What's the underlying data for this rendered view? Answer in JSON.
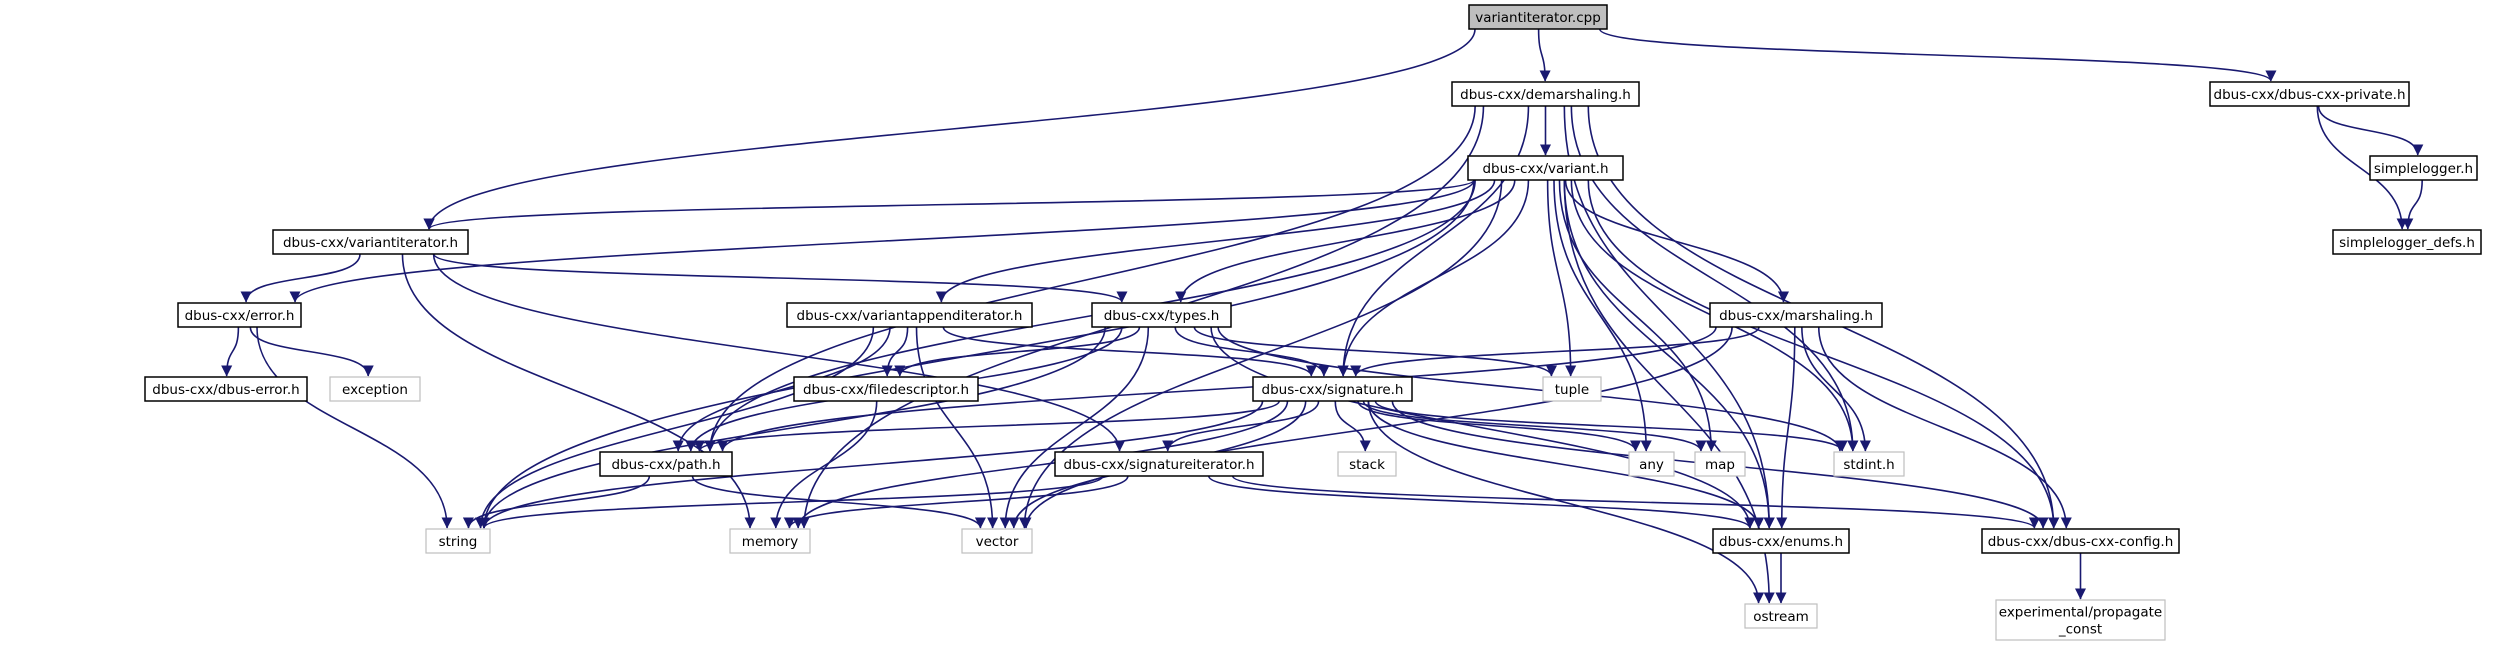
{
  "nodes": [
    {
      "id": "root",
      "label": "variantiterator.cpp",
      "kind": "root"
    },
    {
      "id": "demarshaling",
      "label": "dbus-cxx/demarshaling.h",
      "kind": "local"
    },
    {
      "id": "private",
      "label": "dbus-cxx/dbus-cxx-private.h",
      "kind": "local"
    },
    {
      "id": "simplelogger",
      "label": "simplelogger.h",
      "kind": "local"
    },
    {
      "id": "simplelogger_defs",
      "label": "simplelogger_defs.h",
      "kind": "local"
    },
    {
      "id": "variant",
      "label": "dbus-cxx/variant.h",
      "kind": "local"
    },
    {
      "id": "variantiterator",
      "label": "dbus-cxx/variantiterator.h",
      "kind": "local"
    },
    {
      "id": "error",
      "label": "dbus-cxx/error.h",
      "kind": "local"
    },
    {
      "id": "dbuserror",
      "label": "dbus-cxx/dbus-error.h",
      "kind": "local"
    },
    {
      "id": "exception",
      "label": "exception",
      "kind": "system"
    },
    {
      "id": "vappend",
      "label": "dbus-cxx/variantappenditerator.h",
      "kind": "local"
    },
    {
      "id": "types",
      "label": "dbus-cxx/types.h",
      "kind": "local"
    },
    {
      "id": "marshaling",
      "label": "dbus-cxx/marshaling.h",
      "kind": "local"
    },
    {
      "id": "filedesc",
      "label": "dbus-cxx/filedescriptor.h",
      "kind": "local"
    },
    {
      "id": "signature",
      "label": "dbus-cxx/signature.h",
      "kind": "local"
    },
    {
      "id": "tuple",
      "label": "tuple",
      "kind": "system"
    },
    {
      "id": "path",
      "label": "dbus-cxx/path.h",
      "kind": "local"
    },
    {
      "id": "sigiter",
      "label": "dbus-cxx/signatureiterator.h",
      "kind": "local"
    },
    {
      "id": "stack",
      "label": "stack",
      "kind": "system"
    },
    {
      "id": "any",
      "label": "any",
      "kind": "system"
    },
    {
      "id": "map",
      "label": "map",
      "kind": "system"
    },
    {
      "id": "stdint",
      "label": "stdint.h",
      "kind": "system"
    },
    {
      "id": "string",
      "label": "string",
      "kind": "system"
    },
    {
      "id": "memory",
      "label": "memory",
      "kind": "system"
    },
    {
      "id": "vector",
      "label": "vector",
      "kind": "system"
    },
    {
      "id": "enums",
      "label": "dbus-cxx/enums.h",
      "kind": "local"
    },
    {
      "id": "config",
      "label": "dbus-cxx/dbus-cxx-config.h",
      "kind": "local"
    },
    {
      "id": "ostream",
      "label": "ostream",
      "kind": "system"
    },
    {
      "id": "propagate",
      "label": "experimental/propagate\n_const",
      "kind": "system"
    }
  ],
  "edges": [
    [
      "root",
      "demarshaling"
    ],
    [
      "root",
      "private"
    ],
    [
      "root",
      "variantiterator"
    ],
    [
      "private",
      "simplelogger"
    ],
    [
      "private",
      "simplelogger_defs"
    ],
    [
      "simplelogger",
      "simplelogger_defs"
    ],
    [
      "demarshaling",
      "variant"
    ],
    [
      "demarshaling",
      "memory"
    ],
    [
      "demarshaling",
      "path"
    ],
    [
      "demarshaling",
      "signature"
    ],
    [
      "demarshaling",
      "stdint"
    ],
    [
      "demarshaling",
      "enums"
    ],
    [
      "demarshaling",
      "config"
    ],
    [
      "variant",
      "variantiterator"
    ],
    [
      "variant",
      "error"
    ],
    [
      "variant",
      "string"
    ],
    [
      "variant",
      "vappend"
    ],
    [
      "variant",
      "types"
    ],
    [
      "variant",
      "marshaling"
    ],
    [
      "variant",
      "path"
    ],
    [
      "variant",
      "vector"
    ],
    [
      "variant",
      "signature"
    ],
    [
      "variant",
      "tuple"
    ],
    [
      "variant",
      "any"
    ],
    [
      "variant",
      "map"
    ],
    [
      "variant",
      "stdint"
    ],
    [
      "variant",
      "enums"
    ],
    [
      "variant",
      "config"
    ],
    [
      "variant",
      "ostream"
    ],
    [
      "variantiterator",
      "error"
    ],
    [
      "variantiterator",
      "types"
    ],
    [
      "variantiterator",
      "memory"
    ],
    [
      "variantiterator",
      "sigiter"
    ],
    [
      "error",
      "dbuserror"
    ],
    [
      "error",
      "exception"
    ],
    [
      "error",
      "string"
    ],
    [
      "vappend",
      "string"
    ],
    [
      "vappend",
      "path"
    ],
    [
      "vappend",
      "filedesc"
    ],
    [
      "vappend",
      "signature"
    ],
    [
      "vappend",
      "vector"
    ],
    [
      "types",
      "filedesc"
    ],
    [
      "types",
      "signature"
    ],
    [
      "types",
      "path"
    ],
    [
      "types",
      "vector"
    ],
    [
      "types",
      "tuple"
    ],
    [
      "types",
      "stdint"
    ],
    [
      "types",
      "string"
    ],
    [
      "types",
      "enums"
    ],
    [
      "marshaling",
      "signature"
    ],
    [
      "marshaling",
      "path"
    ],
    [
      "marshaling",
      "stdint"
    ],
    [
      "marshaling",
      "vector"
    ],
    [
      "marshaling",
      "enums"
    ],
    [
      "marshaling",
      "config"
    ],
    [
      "filedesc",
      "memory"
    ],
    [
      "signature",
      "path"
    ],
    [
      "signature",
      "sigiter"
    ],
    [
      "signature",
      "stack"
    ],
    [
      "signature",
      "any"
    ],
    [
      "signature",
      "map"
    ],
    [
      "signature",
      "stdint"
    ],
    [
      "signature",
      "string"
    ],
    [
      "signature",
      "memory"
    ],
    [
      "signature",
      "vector"
    ],
    [
      "signature",
      "enums"
    ],
    [
      "signature",
      "config"
    ],
    [
      "signature",
      "ostream"
    ],
    [
      "path",
      "string"
    ],
    [
      "path",
      "vector"
    ],
    [
      "sigiter",
      "string"
    ],
    [
      "sigiter",
      "memory"
    ],
    [
      "sigiter",
      "enums"
    ],
    [
      "sigiter",
      "config"
    ],
    [
      "enums",
      "ostream"
    ],
    [
      "config",
      "propagate"
    ]
  ]
}
